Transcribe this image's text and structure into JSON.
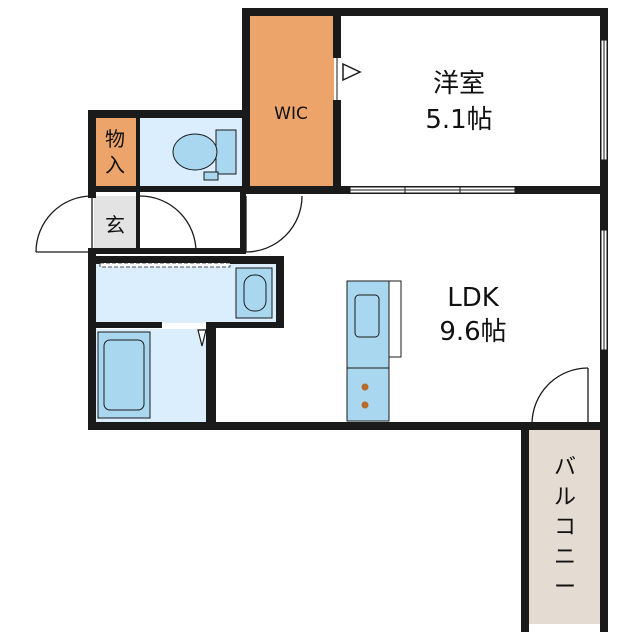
{
  "floorplan": {
    "rooms": {
      "western_room": {
        "name": "洋室",
        "size": "5.1帖"
      },
      "wic": {
        "name": "WIC"
      },
      "ldk": {
        "name": "LDK",
        "size": "9.6帖"
      },
      "storage": {
        "name_line1": "物",
        "name_line2": "入"
      },
      "entrance": {
        "name": "玄"
      },
      "balcony": {
        "chars": [
          "バ",
          "ル",
          "コ",
          "ニ",
          "ー"
        ]
      }
    },
    "colors": {
      "wall": "#1a1a1a",
      "wet_area": "#dbeefe",
      "fixture": "#a9d7f0",
      "wic_fill": "#eda46a",
      "balcony_fill": "#e4dcd2",
      "entrance_fill": "#e3e3e3",
      "room_fill": "#ffffff"
    }
  }
}
